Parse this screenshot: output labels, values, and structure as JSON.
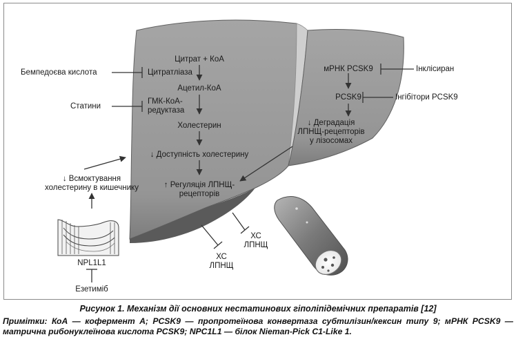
{
  "liver": {
    "chain": [
      "Цитрат + КоА",
      "Цитратліаза",
      "Ацетил-КоА",
      "ГМК-КоА-",
      "редуктаза",
      "Холестерин",
      "↓ Доступність холестерину",
      "↑ Регуляція ЛПНЩ-",
      "рецепторів"
    ],
    "right_lobe": [
      "мРНК PCSK9",
      "PCSK9",
      "↓ Деградація",
      "ЛПНЩ-рецепторів",
      "у лізосомах"
    ]
  },
  "inhibitors": {
    "bempedoic": "Бемпедоєва кислота",
    "statins": "Статини",
    "inclisiran": "Інклісиран",
    "pcsk9_inhibitors": "Інгібітори PCSK9",
    "ezetimibe": "Езетиміб"
  },
  "intestine": {
    "absorption": [
      "↓ Всмоктування",
      "холестерину в кишечнику"
    ],
    "transporter": "NPL1L1"
  },
  "ldl": [
    "ХС",
    "ЛПНЩ"
  ],
  "caption": "Рисунок 1. Механізм дії основних нестатинових гіполіпідемічних препаратів [12]",
  "notes": "Примітки: КоА — кофермент А; PCSK9 — пропротеїнова конвертаза субтилізин/кексин типу 9; мРНК PCSK9 — матрична рибонуклеїнова кислота PCSK9; NPC1L1 — білок Nieman-Pick C1-Like 1.",
  "colors": {
    "liver": "#9c9c9c",
    "liver_dark": "#6b6b6b",
    "liver_light": "#d6d6d6",
    "arrow": "#333333"
  }
}
